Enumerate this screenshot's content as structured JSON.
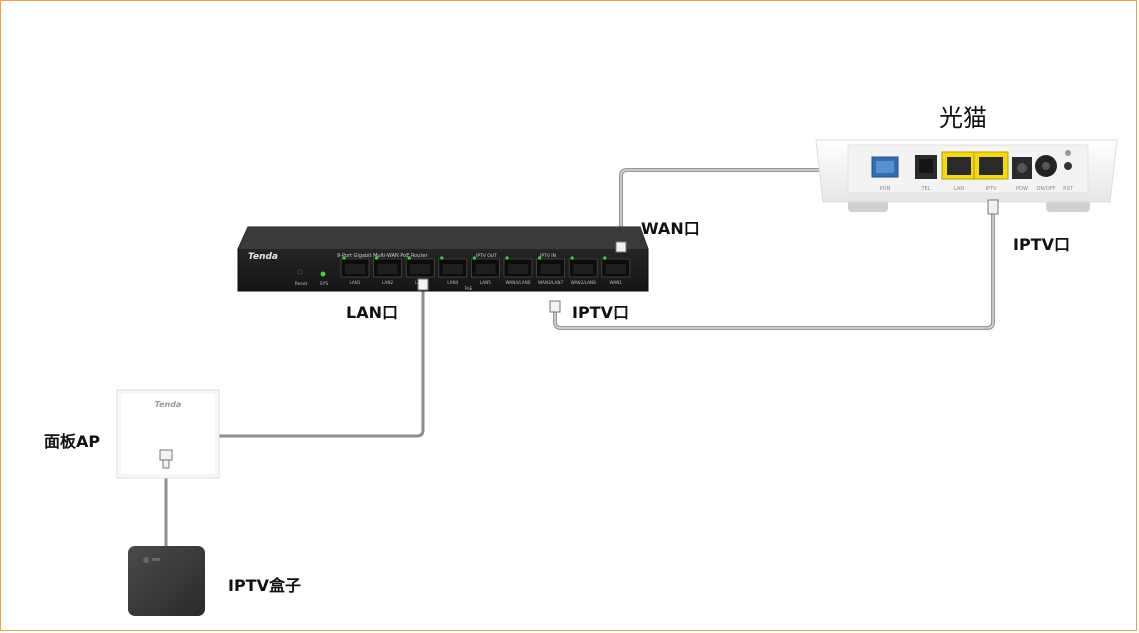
{
  "diagram": {
    "modem": {
      "title": "光猫",
      "port_lan": "LAN",
      "port_iptv": "IPTV",
      "port_pon": "PON",
      "port_tel": "TEL",
      "port_power": "POW",
      "port_onoff": "ON/OFF",
      "port_rst": "RST"
    },
    "router": {
      "brand": "Tenda",
      "model": "9-Port Gigabit  Multi-WAN PoE Router",
      "reset": "Reset",
      "sys": "SYS",
      "iptv_out": "IPTV OUT",
      "iptv_in": "IPTV IN",
      "poe": "PoE",
      "ports": [
        "LAN1",
        "LAN2",
        "LAN3",
        "LAN4",
        "LAN5",
        "WAN4/LAN6",
        "WAN3/LAN7",
        "WAN2/LAN8",
        "WAN1"
      ]
    },
    "ap": {
      "brand": "Tenda"
    },
    "labels": {
      "wan_port": "WAN口",
      "iptv_port_modem": "IPTV口",
      "lan_port": "LAN口",
      "iptv_port_router": "IPTV口",
      "panel_ap": "面板AP",
      "iptv_box": "IPTV盒子"
    }
  }
}
